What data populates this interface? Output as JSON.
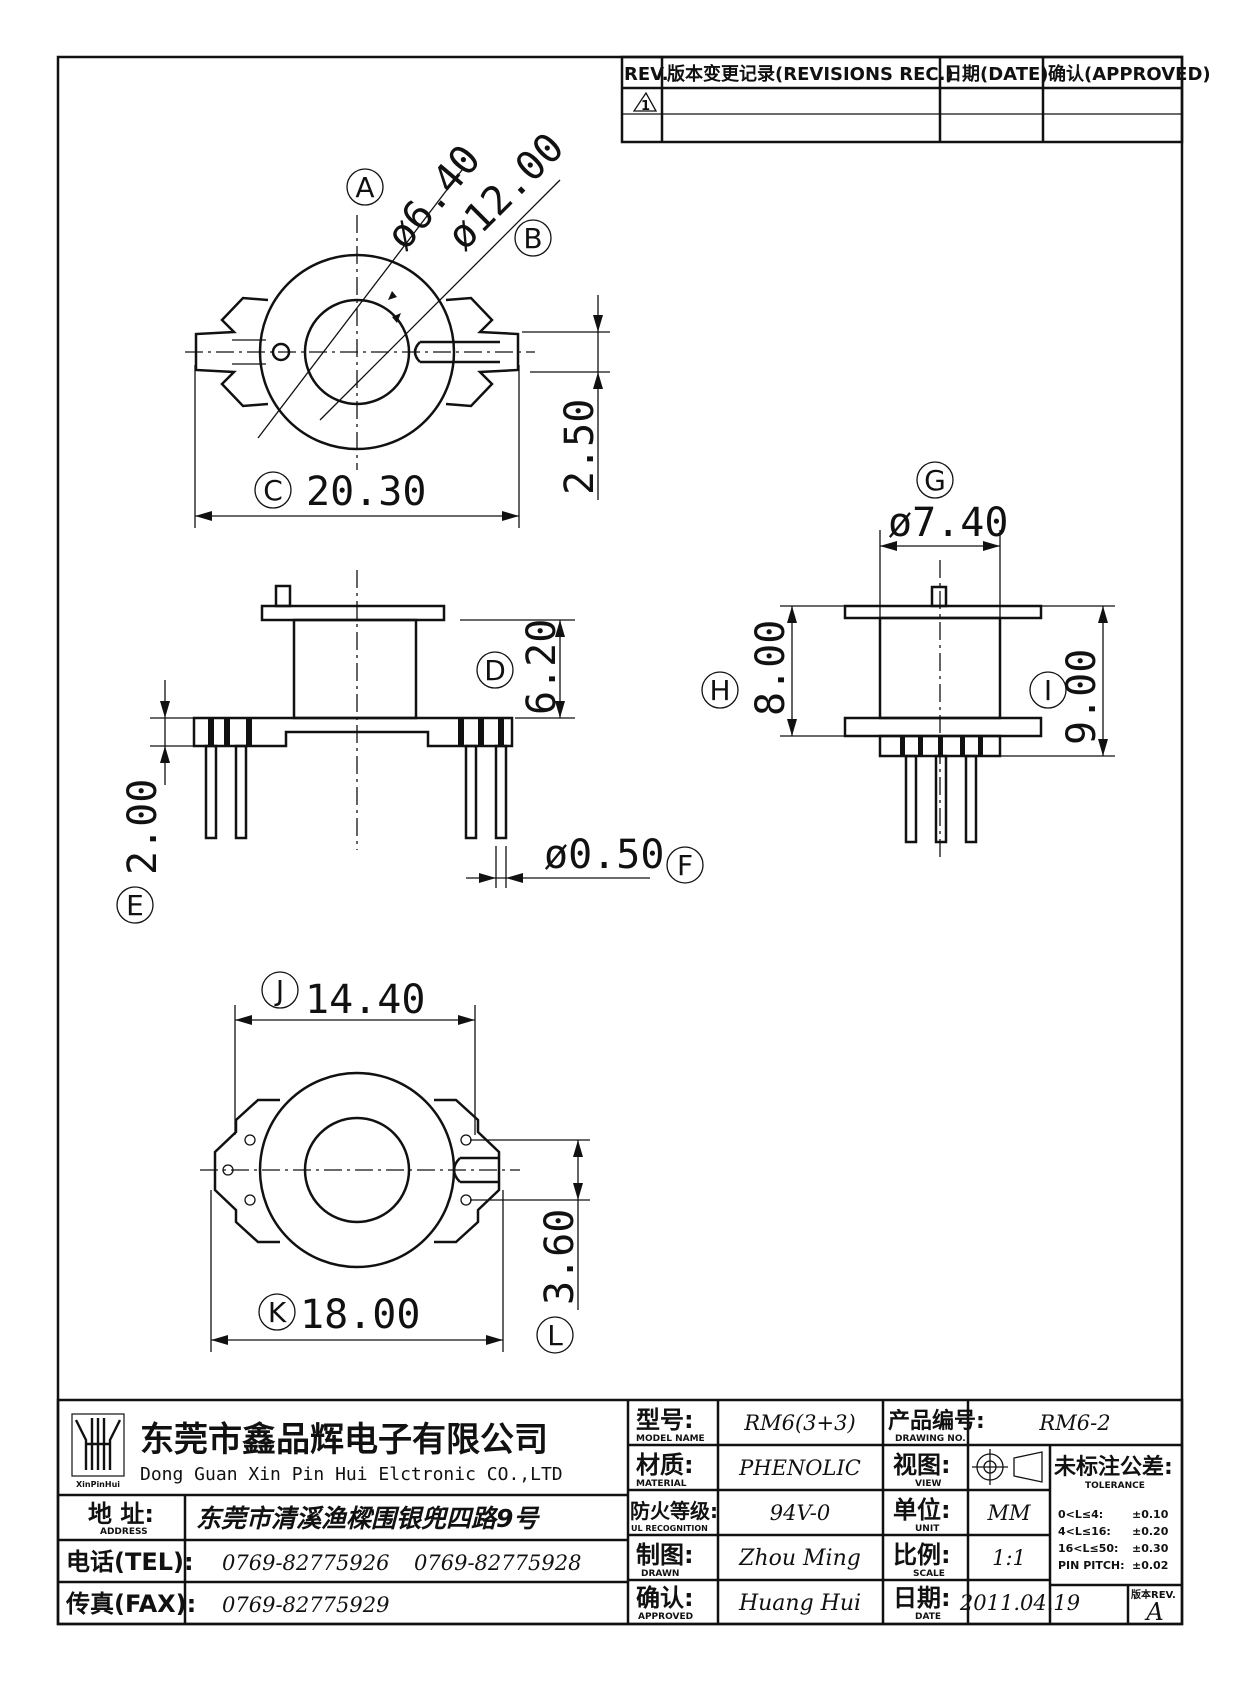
{
  "revision_table": {
    "headers": {
      "rev": "REV.",
      "record": "版本变更记录(REVISIONS REC.)",
      "date": "日期(DATE)",
      "approved": "确认(APPROVED)"
    },
    "rev_symbol": "1"
  },
  "views": {
    "top": {
      "A": "A",
      "B": "B",
      "C": "C",
      "d_A": "ø6.40",
      "d_B": "ø12.00",
      "d_C": "20.30",
      "d_2_50": "2.50"
    },
    "front": {
      "D": "D",
      "E": "E",
      "F": "F",
      "d_D": "6.20",
      "d_E": "2.00",
      "d_F": "ø0.50"
    },
    "side": {
      "G": "G",
      "H": "H",
      "I": "I",
      "d_G": "ø7.40",
      "d_H": "8.00",
      "d_I": "9.00"
    },
    "bottom": {
      "J": "J",
      "K": "K",
      "L": "L",
      "d_J": "14.40",
      "d_K": "18.00",
      "d_L": "3.60"
    }
  },
  "title_block": {
    "company_cn": "东莞市鑫品辉电子有限公司",
    "company_en": "Dong Guan Xin Pin Hui Elctronic CO.,LTD",
    "logo_text": "XinPinHui",
    "address_label": "地 址:",
    "address_sub": "ADDRESS",
    "address": "东莞市清溪渔樑围银兜四路9号",
    "tel_label": "电话(TEL):",
    "tel1": "0769-82775926",
    "tel2": "0769-82775928",
    "fax_label": "传真(FAX):",
    "fax": "0769-82775929",
    "model_label": "型号:",
    "model_sub": "MODEL NAME",
    "model": "RM6(3+3)",
    "material_label": "材质:",
    "material_sub": "MATERIAL",
    "material": "PHENOLIC",
    "ul_label": "防火等级:",
    "ul_sub": "UL RECOGNITION",
    "ul": "94V-0",
    "drawn_label": "制图:",
    "drawn_sub": "DRAWN",
    "drawn": "Zhou Ming",
    "approved_label": "确认:",
    "approved_sub": "APPROVED",
    "approved": "Huang Hui",
    "drawing_no_label": "产品编号:",
    "drawing_no_sub": "DRAWING NO.",
    "drawing_no": "RM6-2",
    "view_label": "视图:",
    "view_sub": "VIEW",
    "unit_label": "单位:",
    "unit_sub": "UNIT",
    "unit": "MM",
    "scale_label": "比例:",
    "scale_sub": "SCALE",
    "scale": "1:1",
    "date_label": "日期:",
    "date_sub": "DATE",
    "date": "2011.04.19",
    "tolerance_label": "未标注公差:",
    "tolerance_sub": "TOLERANCE",
    "tol_rows": [
      {
        "range": "0<L≤4:",
        "value": "±0.10"
      },
      {
        "range": "4<L≤16:",
        "value": "±0.20"
      },
      {
        "range": "16<L≤50:",
        "value": "±0.30"
      },
      {
        "range": "PIN PITCH:",
        "value": "±0.02"
      }
    ],
    "rev_label": "版本REV.",
    "rev": "A"
  }
}
